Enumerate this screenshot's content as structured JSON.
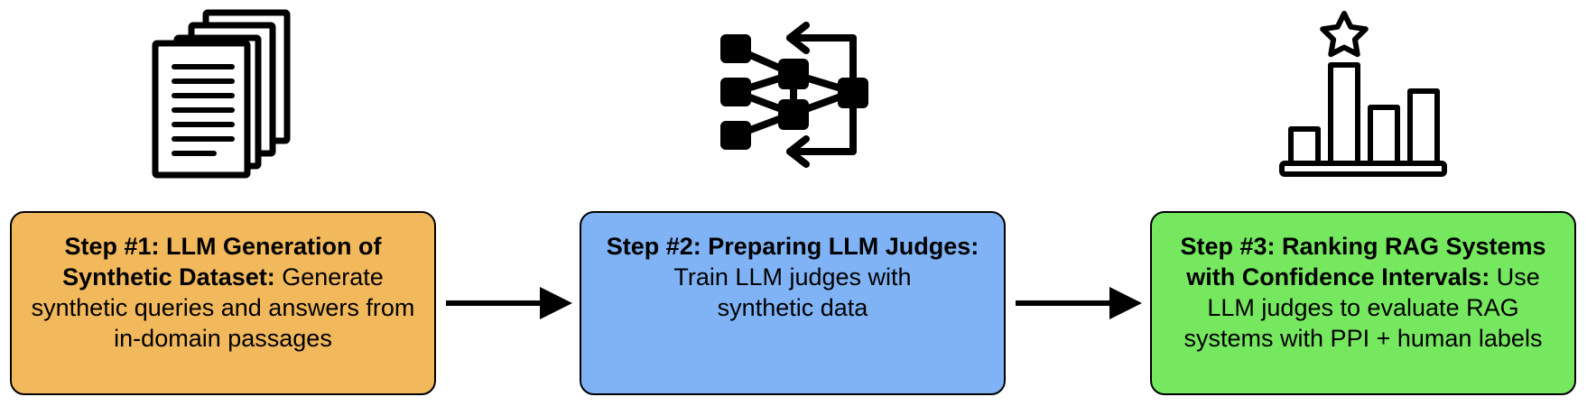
{
  "steps": [
    {
      "title": "Step #1: LLM Generation of Synthetic Dataset:",
      "desc": "Generate synthetic queries and answers from in-domain passages",
      "color": "#f2b85c",
      "icon": "documents-icon"
    },
    {
      "title": "Step #2: Preparing LLM Judges:",
      "desc": "Train LLM judges with synthetic data",
      "color": "#7fb3f5",
      "icon": "network-flow-icon"
    },
    {
      "title": "Step #3: Ranking RAG Systems with Confidence Intervals:",
      "desc": "Use LLM judges to evaluate RAG systems with PPI + human labels",
      "color": "#76e85f",
      "icon": "bar-chart-star-icon"
    }
  ]
}
